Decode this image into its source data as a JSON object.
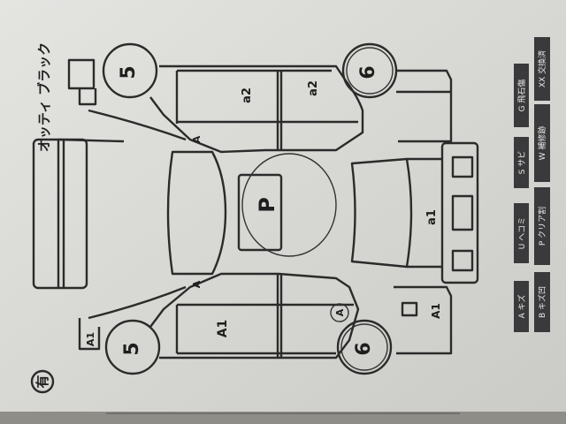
{
  "sheet": {
    "model_note": "オッティ ブラック",
    "availability_mark": "有",
    "marks": {
      "front_left_tire": "5",
      "rear_left_tire": "6",
      "front_right_tire": "5",
      "rear_right_tire": "6",
      "upper_front_door": "a2",
      "upper_rear_door": "a2",
      "left_mirror": "A",
      "right_mirror": "A",
      "roof": "P",
      "rear_gate": "a1",
      "lower_front_door": "A1",
      "lower_rear_circled": "A",
      "rear_bumper_corner": "A1",
      "front_lamp_corner": "A1"
    }
  },
  "legend": [
    {
      "code": "A",
      "label": "キズ"
    },
    {
      "code": "U",
      "label": "ヘコミ"
    },
    {
      "code": "S",
      "label": "サビ"
    },
    {
      "code": "G",
      "label": "飛石傷"
    },
    {
      "code": "B",
      "label": "キズ凹"
    },
    {
      "code": "P",
      "label": "クリア割"
    },
    {
      "code": "W",
      "label": "補修跡"
    },
    {
      "code": "XX",
      "label": "交換済"
    }
  ]
}
